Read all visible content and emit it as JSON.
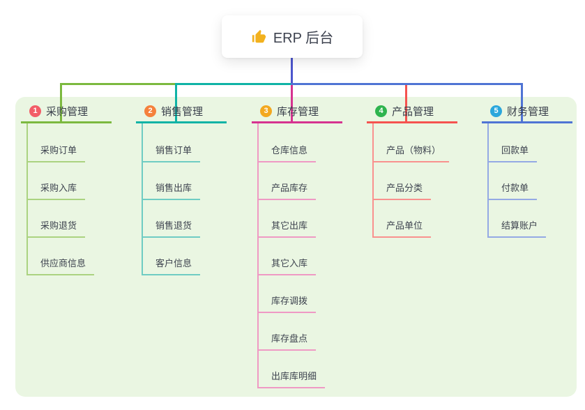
{
  "root": {
    "icon": "thumbs-up",
    "label": "ERP 后台"
  },
  "colors": {
    "canvas_bg": "#ffffff",
    "panel_bg": "#eaf6e2",
    "root_connector": "#4c55cd",
    "topic_text": "#383e4a",
    "child_text": "#3d434f"
  },
  "branches": [
    {
      "badge": "1",
      "title": "采购管理",
      "badge_color": "#f25d67",
      "line_color": "#7cb93f",
      "child_line_color": "#abd380",
      "children": [
        "采购订单",
        "采购入库",
        "采购退货",
        "供应商信息"
      ]
    },
    {
      "badge": "2",
      "title": "销售管理",
      "badge_color": "#f5813c",
      "line_color": "#0fb3a6",
      "child_line_color": "#6fccc3",
      "children": [
        "销售订单",
        "销售出库",
        "销售退货",
        "客户信息"
      ]
    },
    {
      "badge": "3",
      "title": "库存管理",
      "badge_color": "#f3a81f",
      "line_color": "#d63390",
      "child_line_color": "#ef99c4",
      "children": [
        "仓库信息",
        "产品库存",
        "其它出库",
        "其它入库",
        "库存调拨",
        "库存盘点",
        "出库库明细"
      ]
    },
    {
      "badge": "4",
      "title": "产品管理",
      "badge_color": "#2eb44e",
      "line_color": "#f5534f",
      "child_line_color": "#f9918e",
      "children": [
        "产品（物料）",
        "产品分类",
        "产品单位"
      ]
    },
    {
      "badge": "5",
      "title": "财务管理",
      "badge_color": "#2ba7dc",
      "line_color": "#4f74d4",
      "child_line_color": "#94a9e4",
      "children": [
        "回款单",
        "付款单",
        "结算账户"
      ]
    }
  ]
}
